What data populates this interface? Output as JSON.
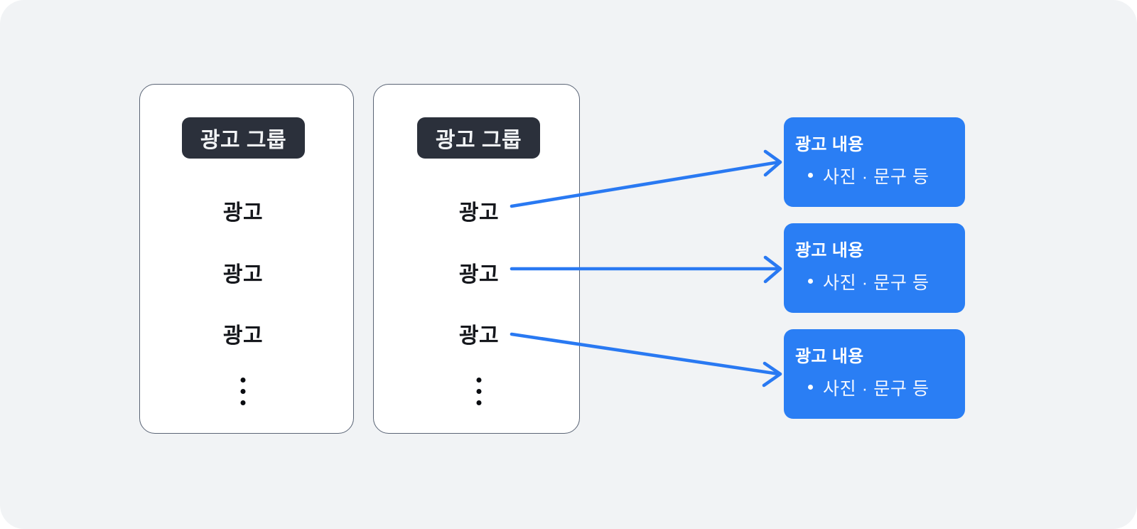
{
  "canvas": {
    "background_color": "#f1f3f5",
    "page_background": "#ffffff"
  },
  "colors": {
    "badge_dark": "#2b303b",
    "card_border": "#5a6475",
    "card_fill": "#ffffff",
    "accent_blue": "#2a7ef4",
    "arrow_blue": "#2979f2",
    "text_dark": "#16181d",
    "text_light": "#ffffff"
  },
  "groups": [
    {
      "badge_label": "광고 그룹",
      "items": [
        "광고",
        "광고",
        "광고"
      ],
      "ellipsis_icon": "vertical-ellipsis"
    },
    {
      "badge_label": "광고 그룹",
      "items": [
        "광고",
        "광고",
        "광고"
      ],
      "ellipsis_icon": "vertical-ellipsis"
    }
  ],
  "contents": [
    {
      "title": "광고 내용",
      "bullet": "사진 · 문구 등"
    },
    {
      "title": "광고 내용",
      "bullet": "사진 · 문구 등"
    },
    {
      "title": "광고 내용",
      "bullet": "사진 · 문구 등"
    }
  ],
  "arrows": [
    {
      "from": "group-2-item-1",
      "to": "content-box-1",
      "direction": "up-right"
    },
    {
      "from": "group-2-item-2",
      "to": "content-box-2",
      "direction": "straight-right"
    },
    {
      "from": "group-2-item-3",
      "to": "content-box-3",
      "direction": "down-right"
    }
  ]
}
